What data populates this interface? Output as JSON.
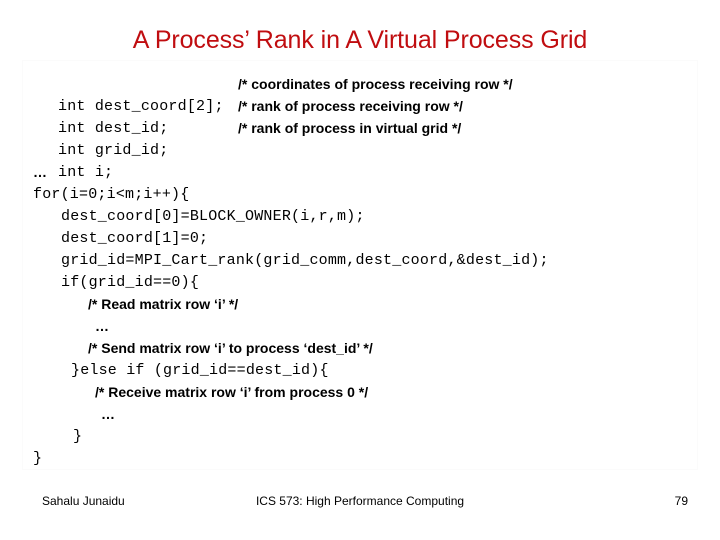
{
  "slide": {
    "title": "A Process’ Rank in A Virtual Process Grid",
    "title_color": "#c00d10",
    "background_color": "#ffffff",
    "text_color": "#000000"
  },
  "code": {
    "declarations": [
      {
        "code": "int dest_coord[2];",
        "comment": "/* coordinates of process receiving row */"
      },
      {
        "code": "int dest_id;",
        "comment": "/* rank of process receiving row */"
      },
      {
        "code": "int grid_id;",
        "comment": "/* rank of process in virtual grid */"
      },
      {
        "code": "int i;",
        "comment": ""
      }
    ],
    "lines": [
      {
        "text": "…",
        "kind": "dots",
        "indent": 0
      },
      {
        "text": "for(i=0;i<m;i++){",
        "kind": "mono",
        "indent": 0
      },
      {
        "text": "dest_coord[0]=BLOCK_OWNER(i,r,m);",
        "kind": "mono",
        "indent": 1
      },
      {
        "text": "dest_coord[1]=0;",
        "kind": "mono",
        "indent": 1
      },
      {
        "text": "grid_id=MPI_Cart_rank(grid_comm,dest_coord,&dest_id);",
        "kind": "mono",
        "indent": 1
      },
      {
        "text": "if(grid_id==0){",
        "kind": "mono",
        "indent": 1
      },
      {
        "text": "/* Read matrix row ‘i’ */",
        "kind": "comment",
        "indent": 3
      },
      {
        "text": "…",
        "kind": "dots",
        "indent": 4
      },
      {
        "text": "/* Send matrix row ‘i’ to process ‘dest_id’ */",
        "kind": "comment",
        "indent": 3
      },
      {
        "text": "}else if (grid_id==dest_id){",
        "kind": "mono",
        "indent": 2
      },
      {
        "text": "/* Receive matrix row ‘i’ from process 0 */",
        "kind": "comment",
        "indent": 4
      },
      {
        "text": "…",
        "kind": "dots",
        "indent": 6
      },
      {
        "text": "}",
        "kind": "mono",
        "indent": 5
      },
      {
        "text": "}",
        "kind": "mono",
        "indent": 0
      }
    ]
  },
  "footer": {
    "author": "Sahalu Junaidu",
    "course": "ICS 573: High Performance Computing",
    "page_number": "79"
  }
}
